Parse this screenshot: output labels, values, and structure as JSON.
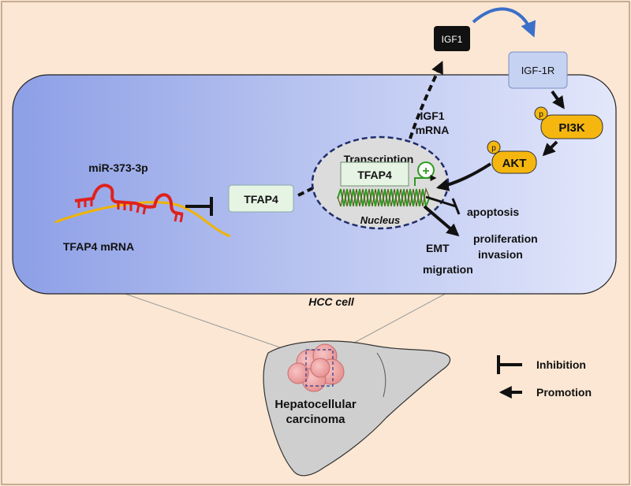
{
  "cell": {
    "label": "HCC cell"
  },
  "mirna": {
    "name": "miR-373-3p",
    "target_label": "TFAP4 mRNA"
  },
  "proteins": {
    "tfap4": "TFAP4",
    "nuclear_tfap4": "TFAP4",
    "igf1": "IGF1",
    "igf1r": "IGF-1R",
    "pi3k": "PI3K",
    "akt": "AKT",
    "phospho": "p"
  },
  "nucleus": {
    "label": "Nucleus",
    "transcription": "Transcription",
    "plus_sign": "+"
  },
  "igf1_mrna": {
    "line1": "IGF1",
    "line2": "mRNA"
  },
  "outcomes": {
    "apoptosis": "apoptosis",
    "proliferation": "proliferation",
    "invasion": "invasion",
    "migration": "migration",
    "emt": "EMT"
  },
  "liver": {
    "line1": "Hepatocellular",
    "line2": "carcinoma"
  },
  "legend": {
    "inhibition": "Inhibition",
    "promotion": "Promotion"
  },
  "colors": {
    "background": "#fbe7d3",
    "cell_fill": "#c3ccf2",
    "mirna_red": "#e0201c",
    "mrna_yellow": "#f0b400",
    "tfap4_box": "#e6f4e4",
    "pi3k_akt": "#f5b70f",
    "igf1r_box": "#c6d2f2",
    "igf1_box": "#111111",
    "nucleus_fill": "#dcdcdc",
    "dna_green": "#2f9a22",
    "liver_fill": "#cfcfcf",
    "tumor_pink": "#f1a4a4"
  }
}
